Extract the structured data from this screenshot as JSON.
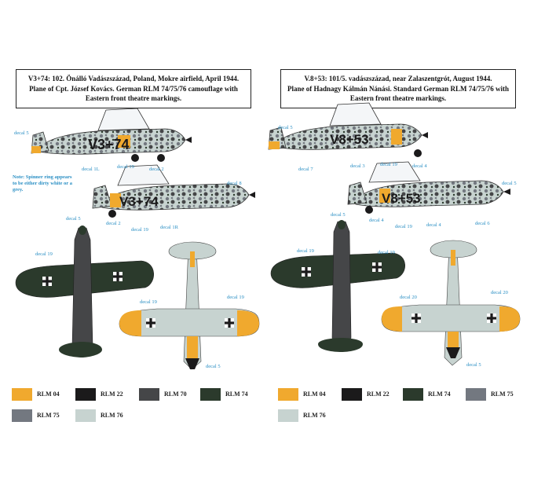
{
  "colors": {
    "rlm04": "#f0a92e",
    "rlm22": "#1b1a1b",
    "rlm70": "#454648",
    "rlm74": "#2b3a2c",
    "rlm75": "#737880",
    "rlm76": "#c7d3d0",
    "label": "#2a8fc4"
  },
  "left": {
    "caption_line1": "V3+74: 102. Önálló Vadászszázad, Poland, Mokre airfield, April 1944.",
    "caption_line2": "Plane of Cpt. József Kovács. German RLM 74/75/76 camouflage with Eastern front theatre markings.",
    "fuselage_code_top": "V3+74",
    "fuselage_code_bottom": "V3+74",
    "note": "Note: Spinner ring appears to be either dirty white or a grey.",
    "decals": {
      "d5_top": "decal 5",
      "d1l": "decal 1L",
      "d19_top": "decal 19",
      "d2_top": "decal 2",
      "d8": "decal 8",
      "d2_bottom": "decal 2",
      "d19_mid": "decal 19",
      "d1r": "decal 1R",
      "d5_plan": "decal 5",
      "d19_plan_l": "decal 19",
      "d19_plan_c": "decal 19",
      "d19_plan_r": "decal 19",
      "d5_under": "decal 5"
    },
    "swatches": [
      {
        "label": "RLM 04",
        "color": "#f0a92e"
      },
      {
        "label": "RLM 22",
        "color": "#1b1a1b"
      },
      {
        "label": "RLM 70",
        "color": "#454648"
      },
      {
        "label": "RLM 74",
        "color": "#2b3a2c"
      },
      {
        "label": "RLM 75",
        "color": "#737880"
      },
      {
        "label": "RLM 76",
        "color": "#c7d3d0"
      }
    ]
  },
  "right": {
    "caption_line1": "V.8+53: 101/5. vadászszázad, near Zalaszentgrót, August 1944.",
    "caption_line2": "Plane of Hadnagy Kálmán Nánási. Standard German RLM 74/75/76 with Eastern front theatre markings.",
    "fuselage_code_top": "V8+53",
    "fuselage_code_bottom": "V8+53",
    "decals": {
      "d5_top": "decal 5",
      "d7": "decal 7",
      "d3": "decal 3",
      "d19_top": "decal 19",
      "d4_top": "decal 4",
      "d5_side": "decal 5",
      "d4_l": "decal 4",
      "d19_mid": "decal 19",
      "d4_r": "decal 4",
      "d6": "decal 6",
      "d5_plan": "decal 5",
      "d19_plan_l": "decal 19",
      "d19_plan_r": "decal 19",
      "d20_l": "decal 20",
      "d20_r": "decal 20",
      "d5_under": "decal 5"
    },
    "swatches": [
      {
        "label": "RLM 04",
        "color": "#f0a92e"
      },
      {
        "label": "RLM 22",
        "color": "#1b1a1b"
      },
      {
        "label": "RLM 74",
        "color": "#2b3a2c"
      },
      {
        "label": "RLM 75",
        "color": "#737880"
      },
      {
        "label": "RLM 76",
        "color": "#c7d3d0"
      }
    ]
  }
}
